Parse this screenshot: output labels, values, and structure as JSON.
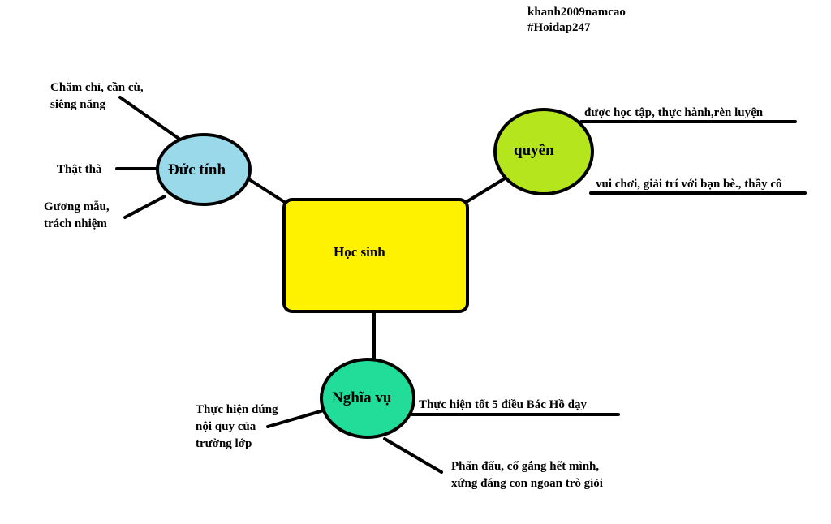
{
  "watermark": {
    "line1": "khanh2009namcao",
    "line2": "#Hoidap247"
  },
  "center": {
    "label": "Học sinh",
    "color": "#fff200"
  },
  "nodes": {
    "duc_tinh": {
      "label": "Đức tính",
      "color": "#99d9ea",
      "items": [
        "Chăm chỉ, cần cù,",
        "siêng năng",
        "Thật thà",
        "Gương mẫu,",
        "trách nhiệm"
      ]
    },
    "quyen": {
      "label": "quyền",
      "color": "#b5e61d",
      "items": [
        "được học tập, thực hành,rèn luyện",
        "vui chơi, giải trí với bạn bè., thầy cô"
      ]
    },
    "nghia_vu": {
      "label": "Nghĩa vụ",
      "color": "#22dd99",
      "items": [
        "Thực hiện đúng",
        "nội quy của",
        "trường lớp",
        "Thực hiện tốt 5 điều Bác Hồ dạy",
        "Phấn đấu, cố gắng hết mình,",
        "xứng đáng con ngoan trò giỏi"
      ]
    }
  }
}
